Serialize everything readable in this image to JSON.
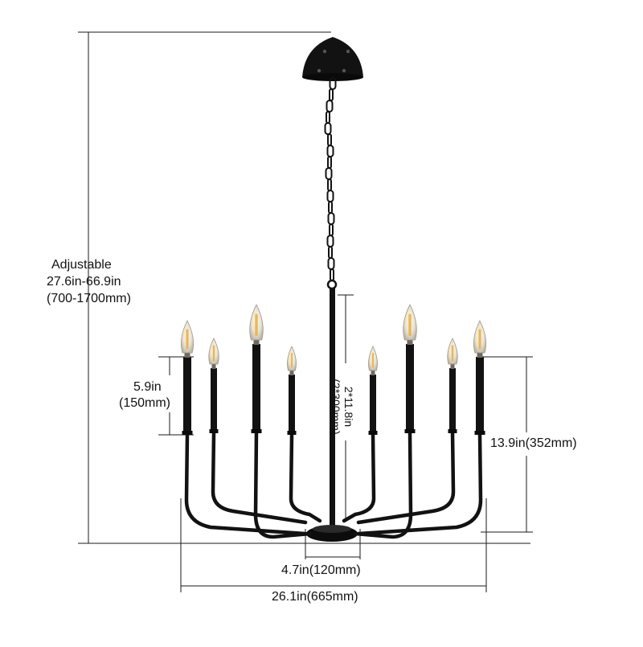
{
  "colors": {
    "metal": "#121212",
    "dimension_line": "#1a1a1a",
    "glass": "#e6e0d2",
    "filament": "#e8b24a",
    "background": "#ffffff"
  },
  "labels": {
    "adjustable": "Adjustable",
    "adjustable_range_in": "27.6in-66.9in",
    "adjustable_range_mm": "(700-1700mm)",
    "candle_height_in": "5.9in",
    "candle_height_mm": "(150mm)",
    "rod_length": "2*11.8in",
    "rod_length_mm": "(2*300mm)",
    "body_height": "13.9in(352mm)",
    "center_hub": "4.7in(120mm)",
    "overall_width": "26.1in(665mm)"
  }
}
